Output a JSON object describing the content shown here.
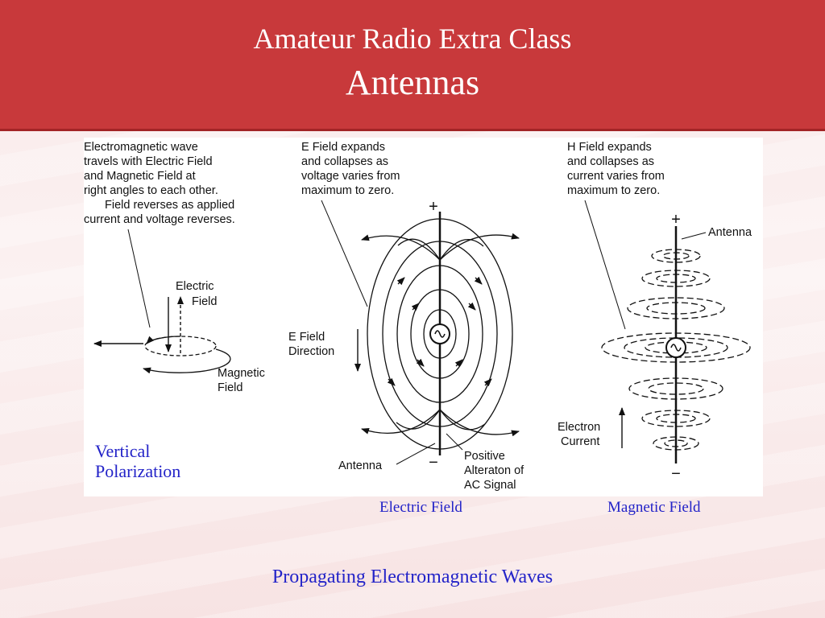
{
  "slide": {
    "title_line1": "Amateur Radio Extra Class",
    "title_line2": "Antennas",
    "polarization_line1": "Vertical",
    "polarization_line2": "Polarization",
    "caption_electric": "Electric Field",
    "caption_magnetic": "Magnetic Field",
    "bottom_caption": "Propagating Electromagnetic Waves",
    "header_color": "#c8393b",
    "caption_color": "#2323c8"
  },
  "diagram": {
    "left_text": [
      "Electromagnetic wave",
      "travels with Electric Field",
      "and Magnetic Field at",
      "right angles to each other.",
      "Field reverses as applied",
      "current and voltage reverses."
    ],
    "electric_label": [
      "Electric",
      "Field"
    ],
    "magnetic_label": [
      "Magnetic",
      "Field"
    ],
    "efield_text": [
      "E Field expands",
      "and collapses as",
      "voltage varies from",
      "maximum to zero."
    ],
    "efield_direction": [
      "E Field",
      "Direction"
    ],
    "plus": "+",
    "minus": "−",
    "antenna_label_center": "Antenna",
    "positive_label": [
      "Positive",
      "Alteraton of",
      "AC Signal"
    ],
    "hfield_text": [
      "H Field expands",
      "and collapses as",
      "current varies from",
      "maximum to zero."
    ],
    "antenna_label_right": "Antenna",
    "electron_label": [
      "Electron",
      "Current"
    ]
  }
}
